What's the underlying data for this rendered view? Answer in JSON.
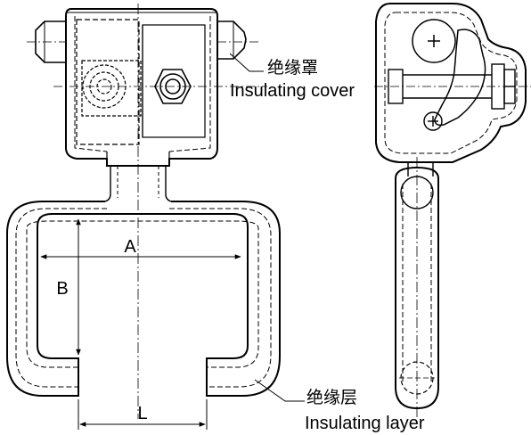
{
  "labels": {
    "cover_cn": "绝缘罩",
    "cover_en": "Insulating cover",
    "layer_cn": "绝缘层",
    "layer_en": "Insulating layer"
  },
  "dimensions": {
    "a": "A",
    "b": "B",
    "l": "L"
  },
  "colors": {
    "line": "#000000",
    "background": "#ffffff"
  }
}
